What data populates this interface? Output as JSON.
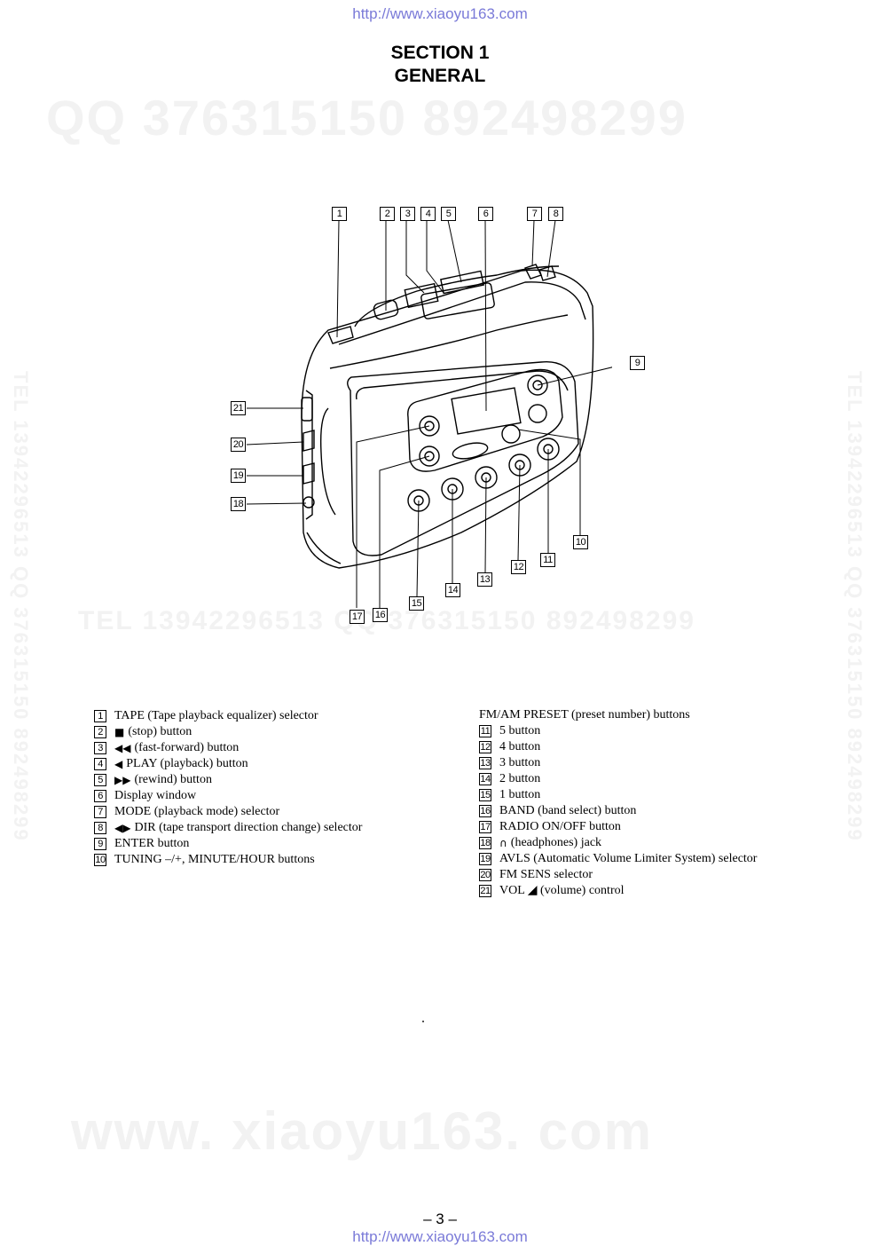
{
  "header_url": "http://www.xiaoyu163.com",
  "footer_url": "http://www.xiaoyu163.com",
  "section_title": "SECTION 1",
  "section_subtitle": "GENERAL",
  "watermarks": {
    "top": "QQ 376315150   892498299",
    "middle": "TEL  13942296513    QQ  376315150  892498299",
    "bottom": "www. xiaoyu163. com",
    "vertical": "TEL 13942296513 QQ 376315150 892498299"
  },
  "diagram_callouts": [
    "1",
    "2",
    "3",
    "4",
    "5",
    "6",
    "7",
    "8",
    "9",
    "10",
    "11",
    "12",
    "13",
    "14",
    "15",
    "16",
    "17",
    "18",
    "19",
    "20",
    "21"
  ],
  "legend_left": [
    {
      "num": "1",
      "symbol": "",
      "text": "TAPE (Tape playback equalizer) selector"
    },
    {
      "num": "2",
      "symbol": "■",
      "text": "(stop) button"
    },
    {
      "num": "3",
      "symbol": "◀◀",
      "text": "(fast-forward) button"
    },
    {
      "num": "4",
      "symbol": "◀",
      "text": "PLAY (playback) button"
    },
    {
      "num": "5",
      "symbol": "▶▶",
      "text": "(rewind) button"
    },
    {
      "num": "6",
      "symbol": "",
      "text": "Display window"
    },
    {
      "num": "7",
      "symbol": "",
      "text": "MODE (playback mode) selector"
    },
    {
      "num": "8",
      "symbol": "◀▶",
      "text": "DIR (tape transport direction change) selector"
    },
    {
      "num": "9",
      "symbol": "",
      "text": "ENTER button"
    },
    {
      "num": "10",
      "symbol": "",
      "text": "TUNING –/+, MINUTE/HOUR buttons"
    }
  ],
  "legend_right_heading": "FM/AM PRESET (preset number) buttons",
  "legend_right": [
    {
      "num": "11",
      "symbol": "",
      "text": "5 button"
    },
    {
      "num": "12",
      "symbol": "",
      "text": "4 button"
    },
    {
      "num": "13",
      "symbol": "",
      "text": "3 button"
    },
    {
      "num": "14",
      "symbol": "",
      "text": "2 button"
    },
    {
      "num": "15",
      "symbol": "",
      "text": "1 button"
    },
    {
      "num": "16",
      "symbol": "",
      "text": "BAND (band select) button"
    },
    {
      "num": "17",
      "symbol": "",
      "text": "RADIO ON/OFF button"
    },
    {
      "num": "18",
      "symbol": "∩",
      "text": "(headphones) jack"
    },
    {
      "num": "19",
      "symbol": "",
      "text": "AVLS (Automatic Volume Limiter System) selector"
    },
    {
      "num": "20",
      "symbol": "",
      "text": "FM SENS selector"
    },
    {
      "num": "21",
      "symbol": "",
      "text": "VOL ◢ (volume) control"
    }
  ],
  "page_number": "– 3 –"
}
